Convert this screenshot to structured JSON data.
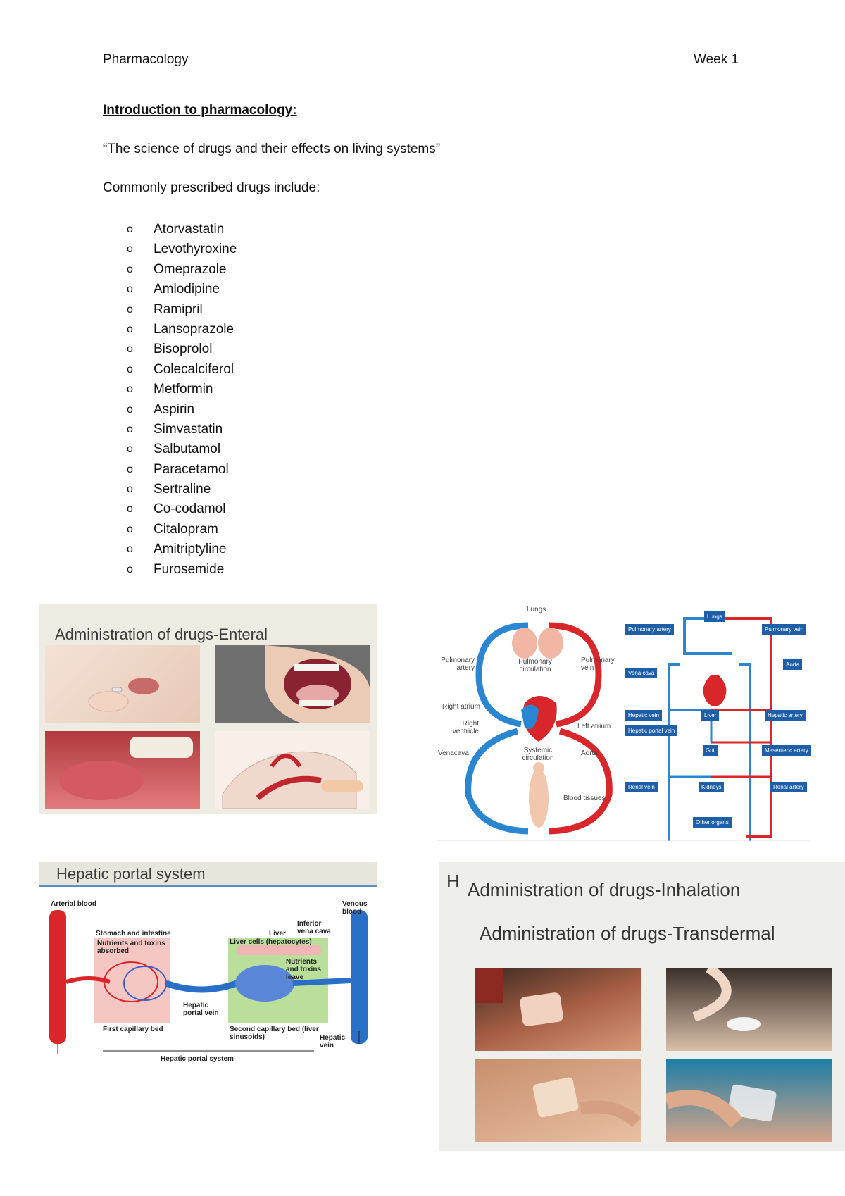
{
  "header": {
    "subject": "Pharmacology",
    "week": "Week 1"
  },
  "title": "Introduction to pharmacology:",
  "definition": "“The science of drugs and their effects on living systems”",
  "list_intro": "Commonly prescribed drugs include:",
  "bullet": "o",
  "drugs": [
    "Atorvastatin",
    "Levothyroxine",
    "Omeprazole",
    "Amlodipine",
    "Ramipril",
    "Lansoprazole",
    "Bisoprolol",
    "Colecalciferol",
    "Metformin",
    "Aspirin",
    "Simvastatin",
    "Salbutamol",
    "Paracetamol",
    "Sertraline",
    "Co-codamol",
    "Citalopram",
    "Amitriptyline",
    "Furosemide"
  ],
  "slide_enteral": {
    "title": "Administration of drugs-Enteral"
  },
  "circulation": {
    "left_labels": {
      "lungs": "Lungs",
      "pulmonary_artery": "Pulmonary artery",
      "pulmonary_circulation": "Pulmonary circulation",
      "pulmonary_vein": "Pulmonary vein",
      "right_atrium": "Right atrium",
      "right_ventricle": "Right ventricle",
      "left_atrium": "Left atrium",
      "venacava": "Venacava",
      "systemic_circulation": "Systemic circulation",
      "aorta": "Aorta",
      "blood_tissues": "Blood tissues"
    },
    "right_boxes": {
      "lungs": "Lungs",
      "pulmonary_artery": "Pulmonary artery",
      "pulmonary_vein": "Pulmonary vein",
      "vena_cava": "Vena cava",
      "aorta": "Aorta",
      "hepatic_vein": "Hepatic vein",
      "liver": "Liver",
      "hepatic_artery": "Hepatic artery",
      "hepatic_portal_vein": "Hepatic portal vein",
      "gut": "Gut",
      "mesenteric_artery": "Mesenteric artery",
      "renal_vein": "Renal vein",
      "kidneys": "Kidneys",
      "renal_artery": "Renal artery",
      "other_organs": "Other organs"
    }
  },
  "slide_hepatic": {
    "title": "Hepatic portal system",
    "labels": {
      "arterial_blood": "Arterial blood",
      "venous_blood": "Venous blood",
      "inferior_vena_cava": "Inferior vena cava",
      "stomach_intestine": "Stomach and intestine",
      "nutrients_absorbed": "Nutrients and toxins absorbed",
      "liver": "Liver",
      "liver_cells": "Liver cells (hepatocytes)",
      "nutrients_leave": "Nutrients and toxins leave",
      "hepatic_portal_vein": "Hepatic portal vein",
      "first_bed": "First capillary bed",
      "second_bed": "Second capillary bed (liver sinusoids)",
      "hepatic_vein": "Hepatic vein",
      "system": "Hepatic portal system"
    }
  },
  "slide_trans": {
    "h": "H",
    "title_inhalation": "Administration of drugs-Inhalation",
    "title_transdermal": "Administration of drugs-Transdermal"
  },
  "colors": {
    "artery_red": "#d8262b",
    "vein_blue": "#2a86d0",
    "box_blue": "#1f5fa8",
    "slide_bg": "#eeece2"
  }
}
